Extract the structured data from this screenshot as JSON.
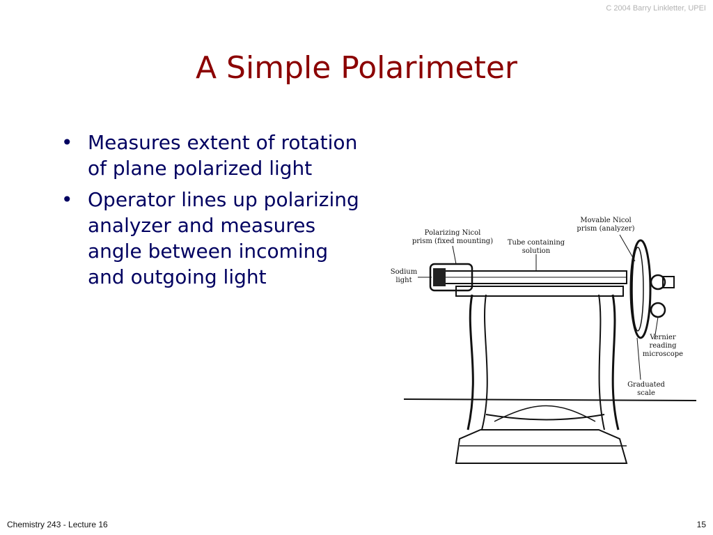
{
  "copyright": "C 2004 Barry Linkletter, UPEI",
  "title": "A Simple Polarimeter",
  "bullets": [
    "Measures extent of rotation of plane polarized light",
    "Operator lines up polarizing analyzer and measures angle between incoming and outgoing light"
  ],
  "figure": {
    "labels": {
      "polarizing_nicol_1": "Polarizing Nicol",
      "polarizing_nicol_2": "prism (fixed mounting)",
      "tube_1": "Tube containing",
      "tube_2": "solution",
      "movable_1": "Movable Nicol",
      "movable_2": "prism (analyzer)",
      "sodium_1": "Sodium",
      "sodium_2": "light",
      "vernier_1": "Vernier",
      "vernier_2": "reading",
      "vernier_3": "microscope",
      "graduated_1": "Graduated",
      "graduated_2": "scale"
    }
  },
  "footer": {
    "course": "Chemistry 243 - Lecture 16",
    "page": "15"
  }
}
